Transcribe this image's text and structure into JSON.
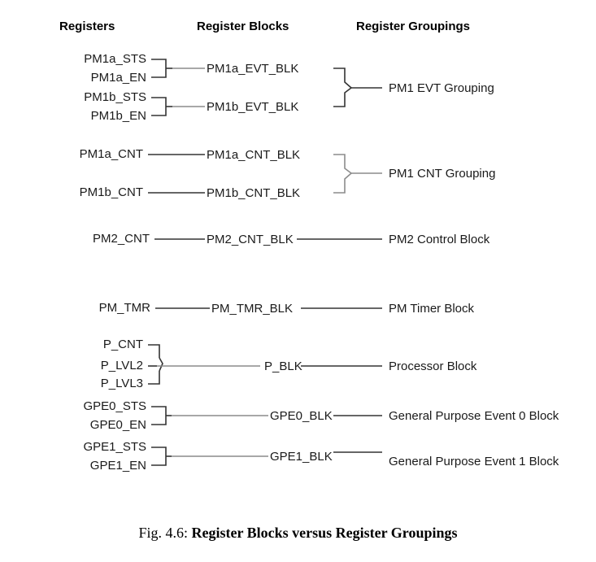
{
  "figure": {
    "caption_label": "Fig. 4.6:",
    "caption_title": "Register Blocks versus Register Groupings",
    "background_color": "#ffffff",
    "text_color": "#1a1a1a",
    "line_color": "#333333"
  },
  "headers": {
    "registers": "Registers",
    "register_blocks": "Register Blocks",
    "register_groupings": "Register Groupings"
  },
  "registers": {
    "pm1a_sts": "PM1a_STS",
    "pm1a_en": "PM1a_EN",
    "pm1b_sts": "PM1b_STS",
    "pm1b_en": "PM1b_EN",
    "pm1a_cnt": "PM1a_CNT",
    "pm1b_cnt": "PM1b_CNT",
    "pm2_cnt": "PM2_CNT",
    "pm_tmr": "PM_TMR",
    "p_cnt": "P_CNT",
    "p_lvl2": "P_LVL2",
    "p_lvl3": "P_LVL3",
    "gpe0_sts": "GPE0_STS",
    "gpe0_en": "GPE0_EN",
    "gpe1_sts": "GPE1_STS",
    "gpe1_en": "GPE1_EN"
  },
  "blocks": {
    "pm1a_evt_blk": "PM1a_EVT_BLK",
    "pm1b_evt_blk": "PM1b_EVT_BLK",
    "pm1a_cnt_blk": "PM1a_CNT_BLK",
    "pm1b_cnt_blk": "PM1b_CNT_BLK",
    "pm2_cnt_blk": "PM2_CNT_BLK",
    "pm_tmr_blk": "PM_TMR_BLK",
    "p_blk": "P_BLK",
    "gpe0_blk": "GPE0_BLK",
    "gpe1_blk": "GPE1_BLK"
  },
  "groupings": {
    "pm1_evt": "PM1 EVT Grouping",
    "pm1_cnt": "PM1 CNT Grouping",
    "pm2_control": "PM2 Control Block",
    "pm_timer": "PM Timer Block",
    "processor": "Processor Block",
    "gpe0": "General Purpose Event 0 Block",
    "gpe1": "General Purpose Event 1 Block"
  }
}
